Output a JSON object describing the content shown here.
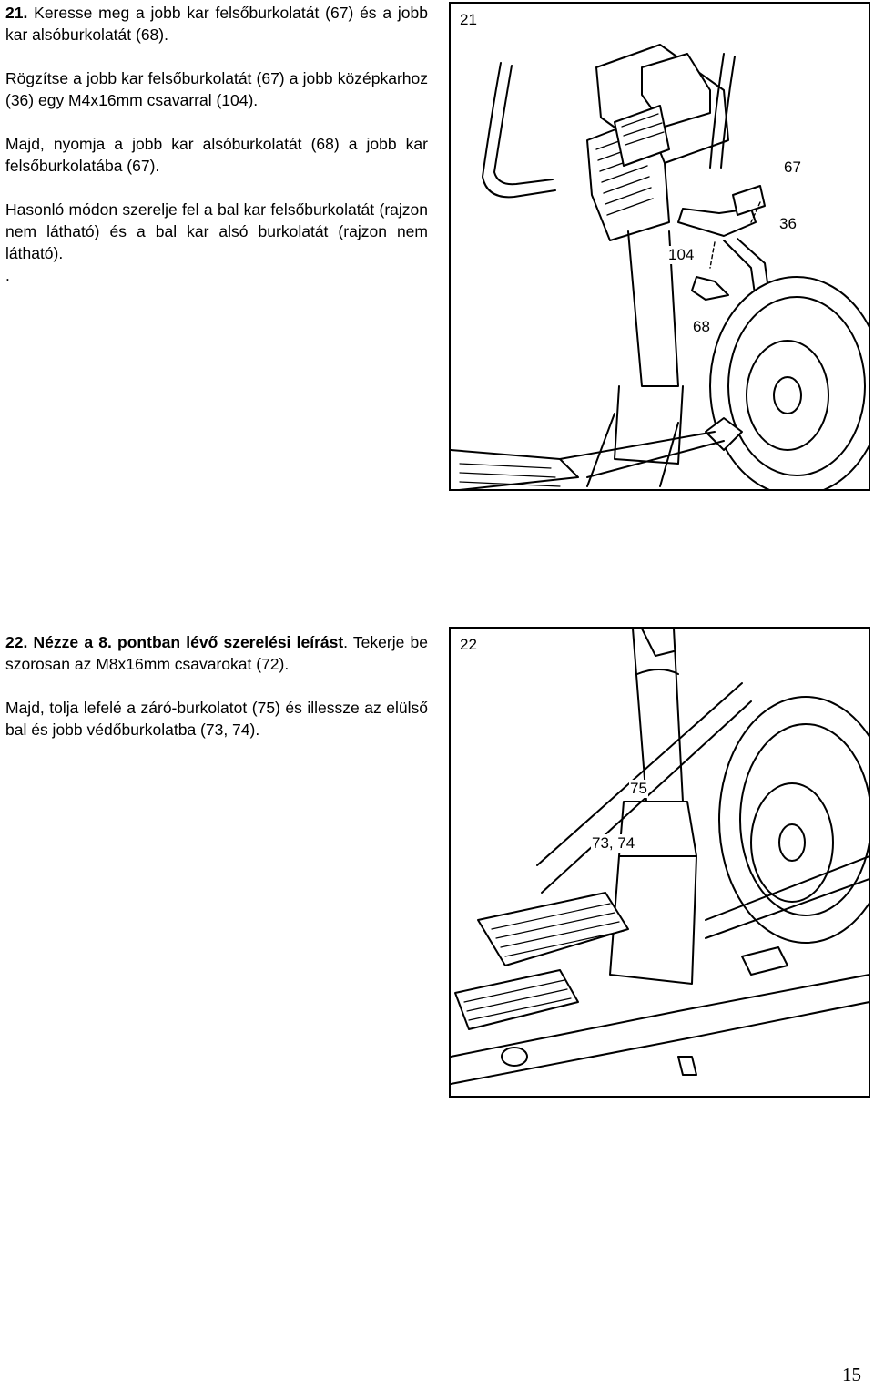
{
  "step21": {
    "number": "21.",
    "p1": "Keresse meg a jobb kar felsőburkolatát (67) és a jobb kar alsóburkolatát (68).",
    "p2": "Rögzítse a jobb kar felsőburkolatát (67) a jobb középkarhoz (36) egy M4x16mm csavarral (104).",
    "p3": "Majd, nyomja a jobb kar alsóburkolatát (68) a jobb kar felsőburkolatába (67).",
    "p4": "Hasonló módon szerelje fel a bal kar felsőburkolatát (rajzon nem látható) és a bal kar alsó burkolatát (rajzon nem látható).",
    "p4_tail": ".",
    "figure": {
      "label": "21",
      "callouts": {
        "c67": "67",
        "c36": "36",
        "c104": "104",
        "c68": "68"
      }
    }
  },
  "step22": {
    "number": "22.",
    "p1_bold": "Nézze a 8. pontban lévő szerelési leírást",
    "p1_rest": ". Tekerje be szorosan az M8x16mm csavarokat (72).",
    "p2": "Majd, tolja lefelé a záró-burkolatot (75) és illessze az elülső bal és jobb védőburkolatba (73, 74).",
    "figure": {
      "label": "22",
      "callouts": {
        "c75": "75",
        "c7374": "73, 74"
      }
    }
  },
  "page_number": "15"
}
